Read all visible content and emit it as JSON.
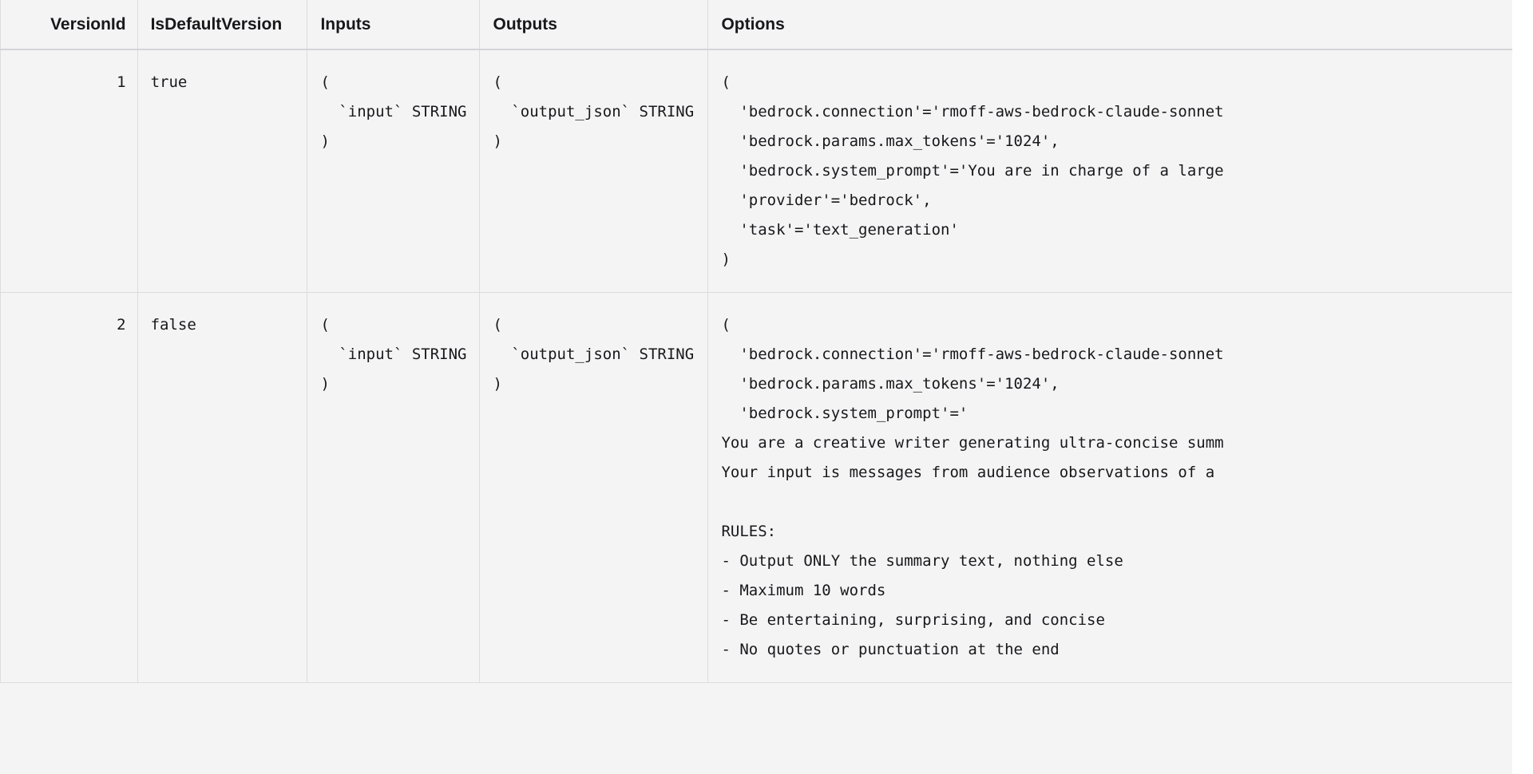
{
  "table": {
    "name": "version-history-table",
    "columns": [
      {
        "key": "version_id",
        "label": "VersionId",
        "align": "right"
      },
      {
        "key": "is_default_version",
        "label": "IsDefaultVersion",
        "align": "left"
      },
      {
        "key": "inputs",
        "label": "Inputs",
        "align": "left"
      },
      {
        "key": "outputs",
        "label": "Outputs",
        "align": "left"
      },
      {
        "key": "options",
        "label": "Options",
        "align": "left"
      }
    ],
    "rows": [
      {
        "version_id": "1",
        "is_default_version": "true",
        "inputs": "(\n  `input` STRING\n)",
        "outputs": "(\n  `output_json` STRING\n)",
        "options": "(\n  'bedrock.connection'='rmoff-aws-bedrock-claude-sonnet\n  'bedrock.params.max_tokens'='1024',\n  'bedrock.system_prompt'='You are in charge of a large\n  'provider'='bedrock',\n  'task'='text_generation'\n)"
      },
      {
        "version_id": "2",
        "is_default_version": "false",
        "inputs": "(\n  `input` STRING\n)",
        "outputs": "(\n  `output_json` STRING\n)",
        "options": "(\n  'bedrock.connection'='rmoff-aws-bedrock-claude-sonnet\n  'bedrock.params.max_tokens'='1024',\n  'bedrock.system_prompt'='\nYou are a creative writer generating ultra-concise summ\nYour input is messages from audience observations of a\n\nRULES:\n- Output ONLY the summary text, nothing else\n- Maximum 10 words\n- Be entertaining, surprising, and concise\n- No quotes or punctuation at the end"
      }
    ]
  },
  "colors": {
    "surface": "#f4f4f5",
    "gridline": "#dcdcdf",
    "header_rule": "#d4d4d8",
    "text": "#18181b",
    "gutter": "#ffffff"
  }
}
